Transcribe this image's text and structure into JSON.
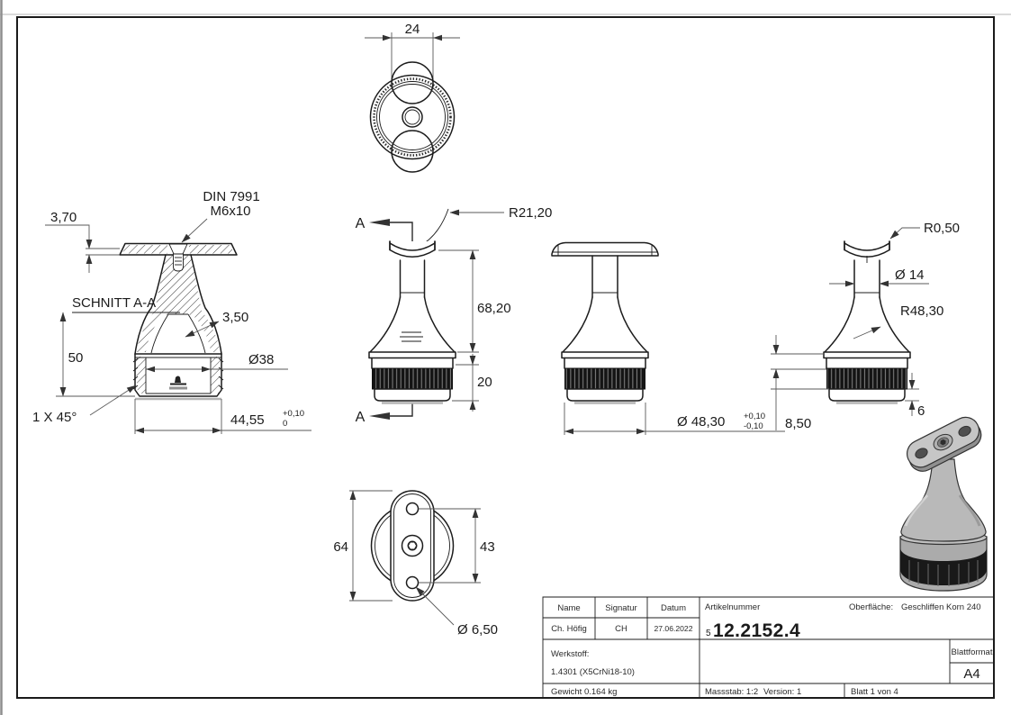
{
  "title_block": {
    "headers": {
      "name": "Name",
      "signatur": "Signatur",
      "datum": "Datum",
      "artikelnummer": "Artikelnummer",
      "oberflaeche": "Oberfläche:",
      "werkstoff": "Werkstoff:",
      "blattformat": "Blattformat"
    },
    "values": {
      "name": "Ch. Höfig",
      "signatur": "CH",
      "datum": "27.06.2022",
      "artikelnummer_prefix": "5",
      "artikelnummer": "12.2152.4",
      "oberflaeche": "Geschliffen Korn 240",
      "werkstoff": "1.4301 (X5CrNi18-10)",
      "gewicht": "Gewicht 0.164 kg",
      "massstab": "Massstab: 1:2",
      "version": "Version: 1",
      "blatt": "Blatt 1 von 4",
      "blattformat": "A4"
    }
  },
  "views": {
    "top": {
      "dim_saddle_width": "24"
    },
    "section": {
      "title": "SCHNITT A-A",
      "screw_standard": "DIN 7991",
      "screw_size": "M6x10",
      "dim_plate_thickness": "3,70",
      "dim_wall_thickness": "3,50",
      "dim_height": "50",
      "dim_bore": "Ø38",
      "chamfer": "1 X 45°",
      "dim_outer": "44,55",
      "dim_outer_tol_up": "+0,10",
      "dim_outer_tol_low": "0"
    },
    "front": {
      "cut_letter": "A",
      "dim_saddle_radius": "R21,20",
      "dim_height": "68,20",
      "dim_insert": "20"
    },
    "side": {
      "dim_dia": "Ø 48,30",
      "tol_up": "+0,10",
      "tol_low": "-0,10"
    },
    "back": {
      "dim_radius_top": "R0,50",
      "dim_neck": "Ø 14",
      "dim_flare_radius": "R48,30",
      "dim_flange": "8,50",
      "dim_bottom": "6"
    },
    "bottom": {
      "dim_length": "64",
      "dim_spacing": "43",
      "dim_hole": "Ø 6,50"
    }
  }
}
